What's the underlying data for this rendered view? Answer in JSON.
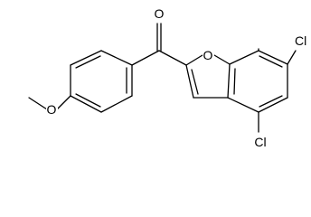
{
  "molecule": {
    "atoms": {
      "carbonyl_oxygen": "O",
      "furan_oxygen": "O",
      "methoxy_oxygen": "O",
      "chlorine_7": "Cl",
      "chlorine_5": "Cl"
    }
  }
}
